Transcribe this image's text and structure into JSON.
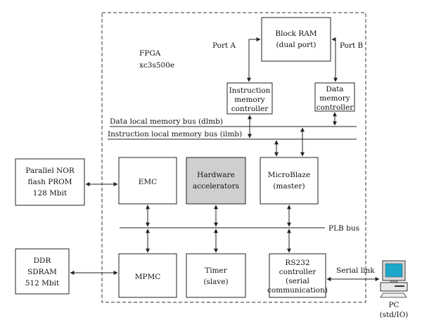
{
  "fpga": {
    "title": "FPGA",
    "part": "xc3s500e"
  },
  "block_ram": {
    "line1": "Block RAM",
    "line2": "(dual port)"
  },
  "ports": {
    "a": "Port A",
    "b": "Port B"
  },
  "imc": {
    "line1": "Instruction",
    "line2": "memory",
    "line3": "controller"
  },
  "dmc": {
    "line1": "Data",
    "line2": "memory",
    "line3": "controller"
  },
  "buses": {
    "dlmb": "Data local memory bus (dlmb)",
    "ilmb": "Instruction local memory bus (ilmb)",
    "plb": "PLB bus"
  },
  "nor_flash": {
    "line1": "Parallel NOR",
    "line2": "flash PROM",
    "line3": "128 Mbit"
  },
  "emc": {
    "label": "EMC"
  },
  "hw_accel": {
    "line1": "Hardware",
    "line2": "accelerators"
  },
  "microblaze": {
    "line1": "MicroBlaze",
    "line2": "(master)"
  },
  "ddr": {
    "line1": "DDR",
    "line2": "SDRAM",
    "line3": "512 Mbit"
  },
  "mpmc": {
    "label": "MPMC"
  },
  "timer": {
    "line1": "Timer",
    "line2": "(slave)"
  },
  "rs232": {
    "line1": "RS232",
    "line2": "controller",
    "line3": "(serial",
    "line4": "communication)"
  },
  "serial_link": "Serial link",
  "pc": {
    "line1": "PC",
    "line2": "(std/IO)"
  }
}
